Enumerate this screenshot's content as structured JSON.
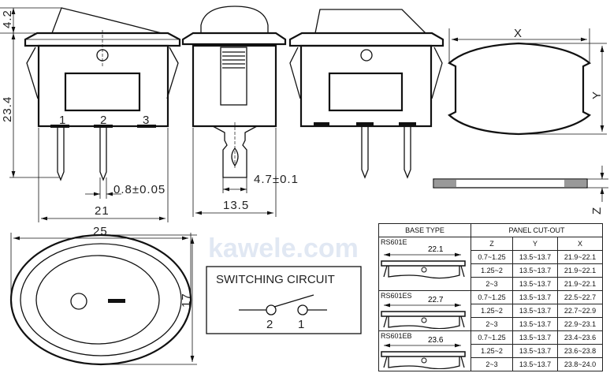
{
  "watermark": "kawele.com",
  "dimensions": {
    "rocker_height": "4.2",
    "body_height": "23.4",
    "pin_width": "0.8±0.05",
    "body_width": "21",
    "terminal_width": "4.7±0.1",
    "side_width": "13.5",
    "cutout_x": "X",
    "cutout_y": "Y",
    "panel_z": "Z",
    "bezel_width": "25",
    "bezel_height": "17"
  },
  "pins": [
    "1",
    "2",
    "3"
  ],
  "circuit": {
    "title": "SWITCHING CIRCUIT",
    "labels": [
      "2",
      "1"
    ]
  },
  "table": {
    "header_base": "BASE TYPE",
    "header_cutout": "PANEL CUT-OUT",
    "cols": [
      "Z",
      "Y",
      "X"
    ],
    "groups": [
      {
        "name": "RS601E",
        "width": "22.1",
        "rows": [
          [
            "0.7~1.25",
            "13.5~13.7",
            "21.9~22.1"
          ],
          [
            "1.25~2",
            "13.5~13.7",
            "21.9~22.1"
          ],
          [
            "2~3",
            "13.5~13.7",
            "21.9~22.1"
          ]
        ]
      },
      {
        "name": "RS601ES",
        "width": "22.7",
        "rows": [
          [
            "0.7~1.25",
            "13.5~13.7",
            "22.5~22.7"
          ],
          [
            "1.25~2",
            "13.5~13.7",
            "22.7~22.9"
          ],
          [
            "2~3",
            "13.5~13.7",
            "22.9~23.1"
          ]
        ]
      },
      {
        "name": "RS601EB",
        "width": "23.6",
        "rows": [
          [
            "0.7~1.25",
            "13.5~13.7",
            "23.4~23.6"
          ],
          [
            "1.25~2",
            "13.5~13.7",
            "23.6~23.8"
          ],
          [
            "2~3",
            "13.5~13.7",
            "23.8~24.0"
          ]
        ]
      }
    ]
  }
}
